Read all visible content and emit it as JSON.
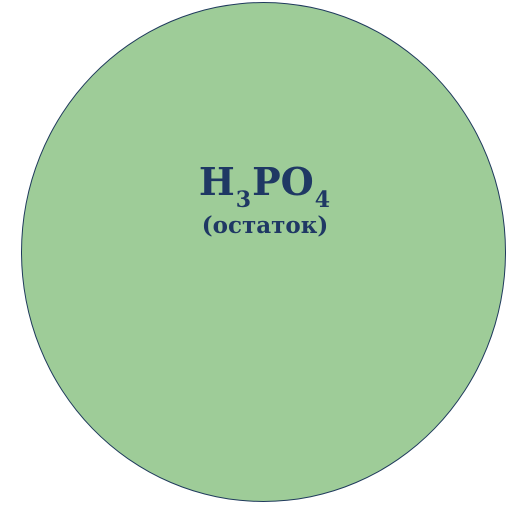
{
  "diagram": {
    "fill_color": "#9ecc98",
    "border_color": "#1f3a5c",
    "text_color": "#1f3864",
    "formula": {
      "part1": "H",
      "sub1": "3",
      "part2": "PO",
      "sub2": "4"
    },
    "caption": "(остаток)"
  }
}
